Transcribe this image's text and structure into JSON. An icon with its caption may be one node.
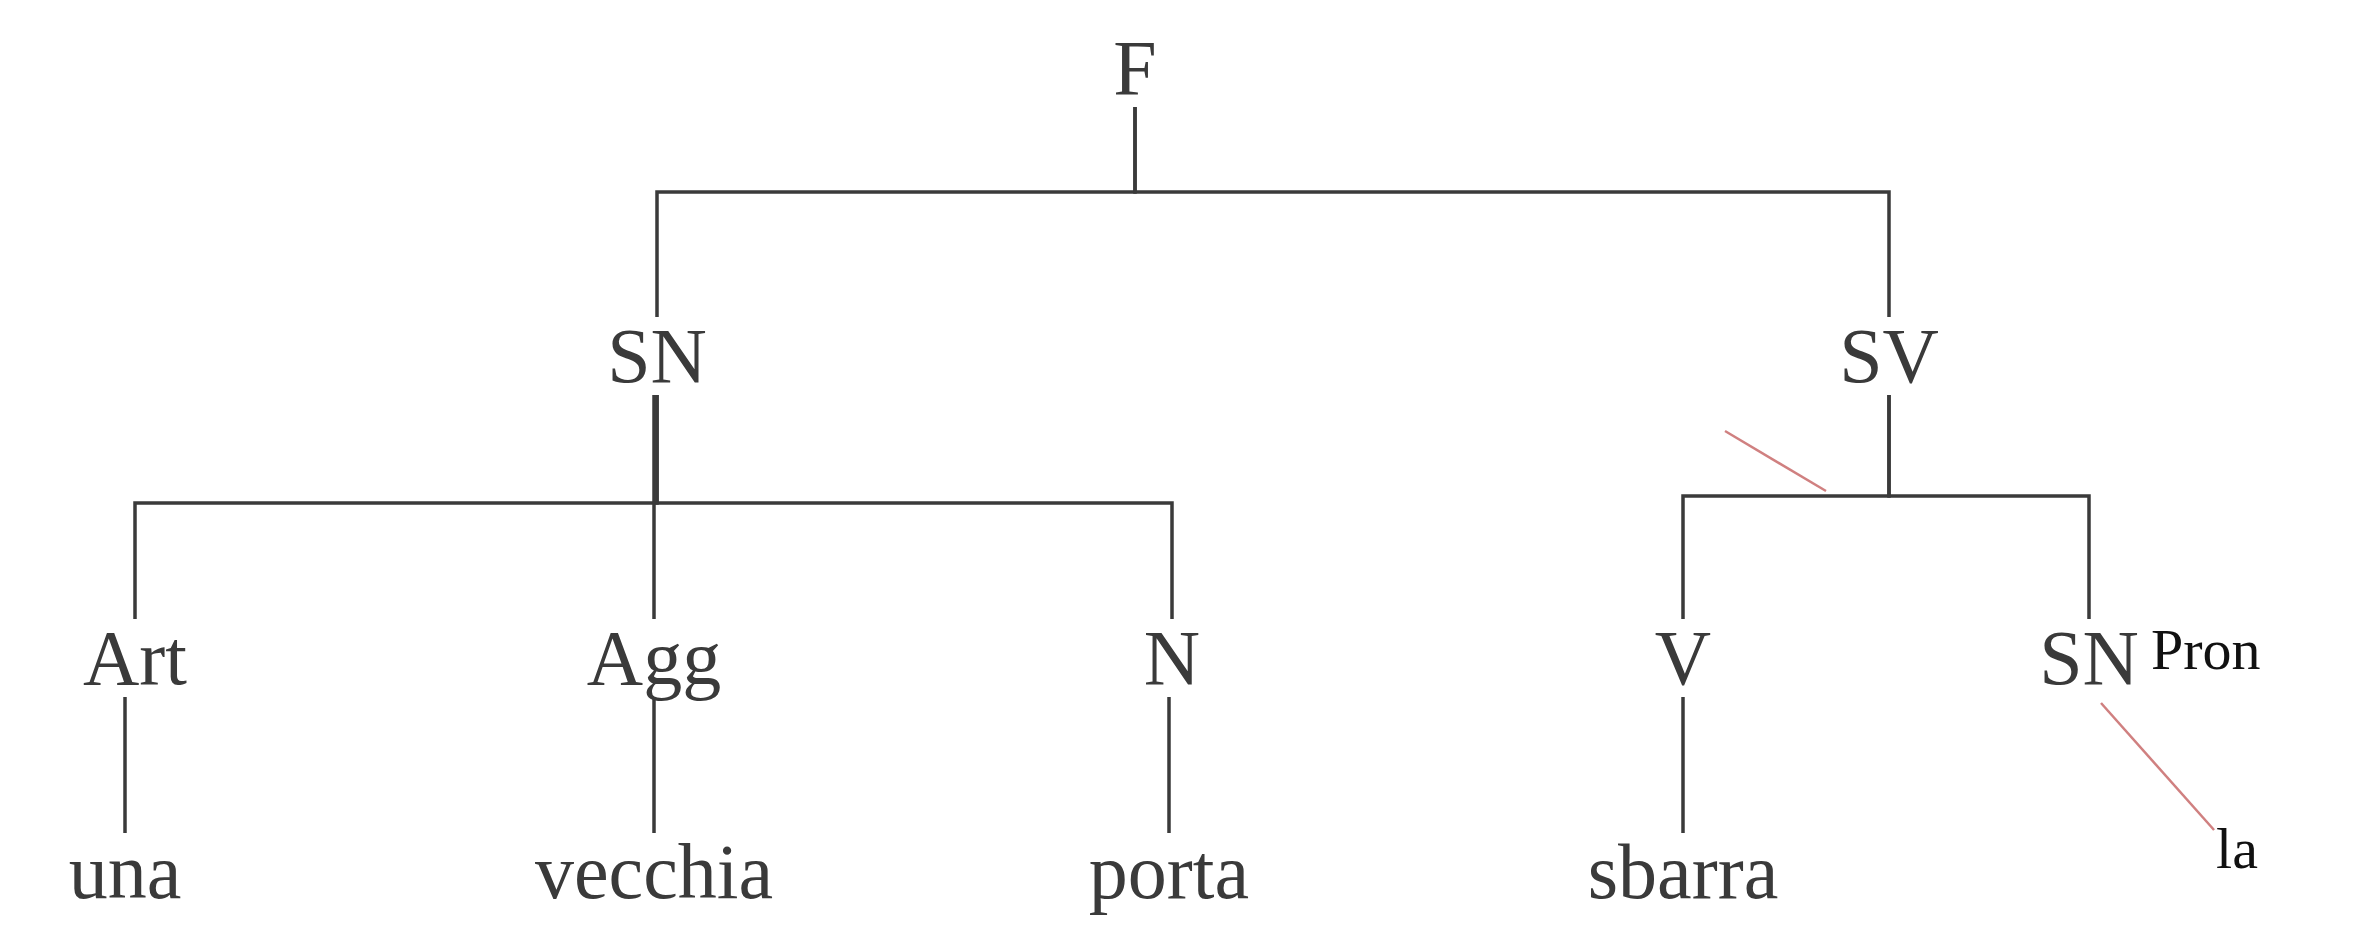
{
  "diagram": {
    "nodes": [
      {
        "text": [
          "F"
        ]
      },
      {
        "text": [
          "SN"
        ]
      },
      {
        "text": [
          "SV"
        ]
      },
      {
        "text": [
          "Art"
        ]
      },
      {
        "text": [
          "Agg"
        ]
      },
      {
        "text": [
          "N"
        ]
      },
      {
        "text": [
          "V"
        ]
      },
      {
        "text": [
          "SN"
        ],
        "beside": [
          "Pron"
        ]
      },
      {
        "text": [
          "una"
        ]
      },
      {
        "text": [
          "vecchia"
        ]
      },
      {
        "text": [
          "porta"
        ]
      },
      {
        "text": [
          "sbarra"
        ]
      },
      {
        "text": [
          "la"
        ]
      }
    ],
    "edges": [
      {
        "from": 0,
        "to": 1,
        "arrow": "none"
      },
      {
        "from": 0,
        "to": 2,
        "arrow": "none"
      },
      {
        "from": 1,
        "to": 3,
        "arrow": "none"
      },
      {
        "from": 1,
        "to": 4,
        "arrow": "none"
      },
      {
        "from": 1,
        "to": 5,
        "arrow": "none"
      },
      {
        "from": 2,
        "to": 6,
        "arrow": "none"
      },
      {
        "from": 2,
        "to": 7,
        "arrow": "none"
      },
      {
        "from": 3,
        "to": 8,
        "arrow": "none"
      },
      {
        "from": 4,
        "to": 9,
        "arrow": "none"
      },
      {
        "from": 5,
        "to": 10,
        "arrow": "none"
      },
      {
        "from": 6,
        "to": 11,
        "arrow": "none"
      },
      {
        "from": 7,
        "to": 12,
        "arrow": "none",
        "color": "#d08080"
      }
    ]
  }
}
